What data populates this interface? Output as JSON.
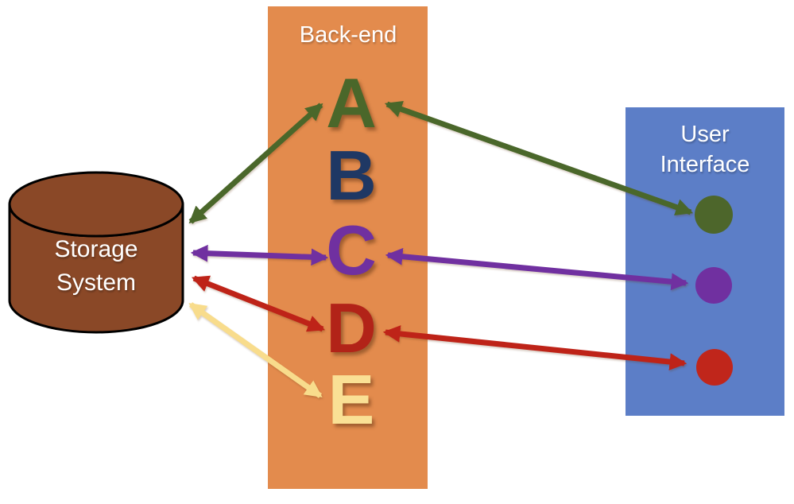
{
  "diagram": {
    "storage": {
      "name_line1": "Storage",
      "name_line2": "System",
      "fill": "#8A4827",
      "outline": "#000000",
      "text_color": "#FFFFFF"
    },
    "backend": {
      "title": "Back-end",
      "fill": "#E38B4D",
      "title_color": "#FFFFFF",
      "modules": [
        {
          "label": "A",
          "color": "#4A672A"
        },
        {
          "label": "B",
          "color": "#1F3864"
        },
        {
          "label": "C",
          "color": "#7030A0"
        },
        {
          "label": "D",
          "color": "#B22318"
        },
        {
          "label": "E",
          "color": "#FAE095"
        }
      ]
    },
    "user_interface": {
      "title_line1": "User",
      "title_line2": "Interface",
      "fill": "#5C7EC7",
      "title_color": "#FFFFFF",
      "endpoints": [
        {
          "name": "green-endpoint",
          "color": "#4D662B"
        },
        {
          "name": "purple-endpoint",
          "color": "#7030A0"
        },
        {
          "name": "red-endpoint",
          "color": "#C0261B"
        }
      ]
    },
    "connections": [
      {
        "from": "storage-system",
        "to": "backend-module-A",
        "color": "#4A672A",
        "bidirectional": true
      },
      {
        "from": "backend-module-A",
        "to": "ui-green-endpoint",
        "color": "#4A672A",
        "bidirectional": true
      },
      {
        "from": "storage-system",
        "to": "backend-module-C",
        "color": "#7030A0",
        "bidirectional": true
      },
      {
        "from": "backend-module-C",
        "to": "ui-purple-endpoint",
        "color": "#7030A0",
        "bidirectional": true
      },
      {
        "from": "storage-system",
        "to": "backend-module-D",
        "color": "#BE2318",
        "bidirectional": true
      },
      {
        "from": "backend-module-D",
        "to": "ui-red-endpoint",
        "color": "#BE2318",
        "bidirectional": true
      },
      {
        "from": "storage-system",
        "to": "backend-module-E",
        "color": "#F8DC8C",
        "bidirectional": true
      }
    ]
  }
}
